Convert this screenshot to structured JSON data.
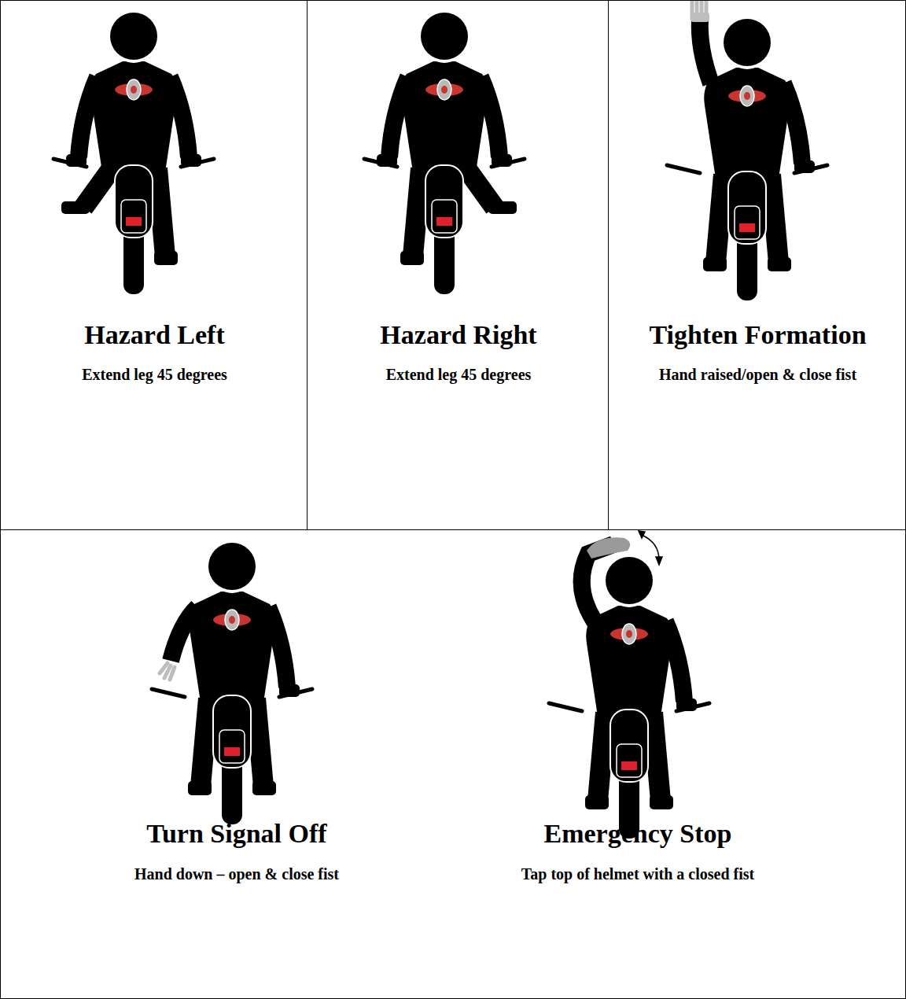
{
  "diagram": {
    "nodes": [
      {
        "text": [
          "Hazard Left",
          "Extend leg 45 degrees"
        ]
      },
      {
        "text": [
          "Hazard Right",
          "Extend leg 45 degrees"
        ]
      },
      {
        "text": [
          "Tighten Formation",
          "Hand raised/open & close fist"
        ]
      },
      {
        "text": [
          "Turn Signal Off",
          "Hand down – open & close fist",
          "Emergency Stop",
          "Tap top of helmet with a closed fist"
        ]
      }
    ]
  }
}
